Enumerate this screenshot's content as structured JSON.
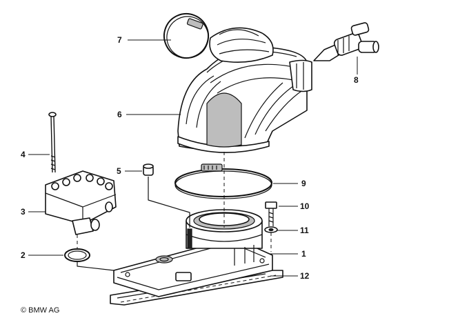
{
  "copyright": "© BMW AG",
  "callouts": {
    "c1": "1",
    "c2": "2",
    "c3": "3",
    "c4": "4",
    "c5": "5",
    "c6": "6",
    "c7": "7",
    "c8": "8",
    "c9": "9",
    "c10": "10",
    "c11": "11",
    "c12": "12"
  }
}
